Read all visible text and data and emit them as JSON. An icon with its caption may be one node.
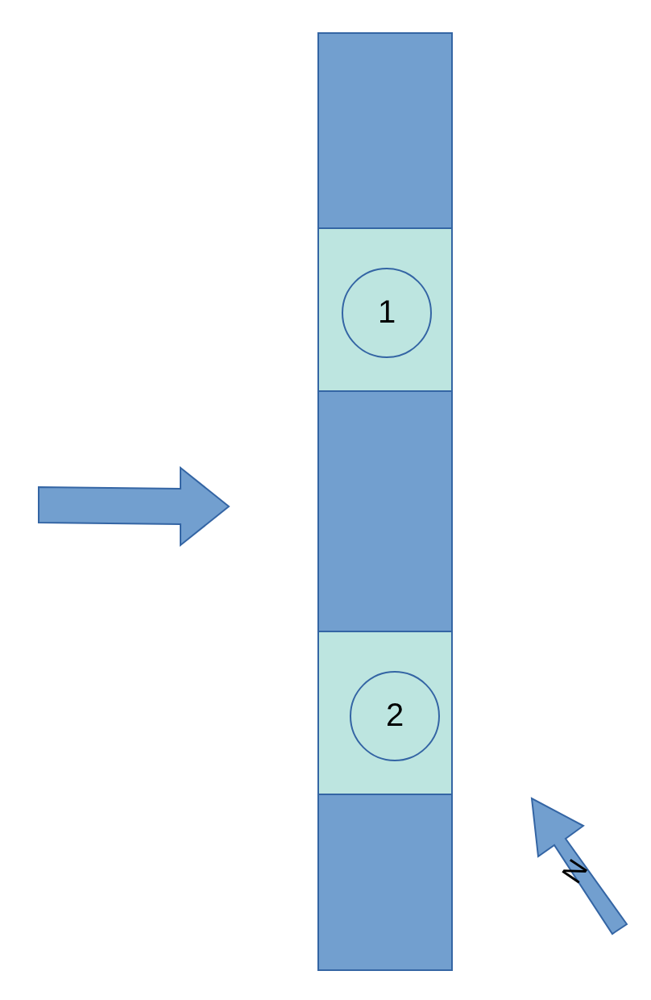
{
  "diagram": {
    "nodes": [
      {
        "text": [],
        "shape": "bar"
      },
      {
        "text": [],
        "shape": "box",
        "in": 0
      },
      {
        "text": [
          "1"
        ],
        "in": 1
      },
      {
        "text": [],
        "shape": "box",
        "in": 0
      },
      {
        "text": [
          "2"
        ],
        "in": 3
      }
    ],
    "labels": [
      "N"
    ]
  }
}
